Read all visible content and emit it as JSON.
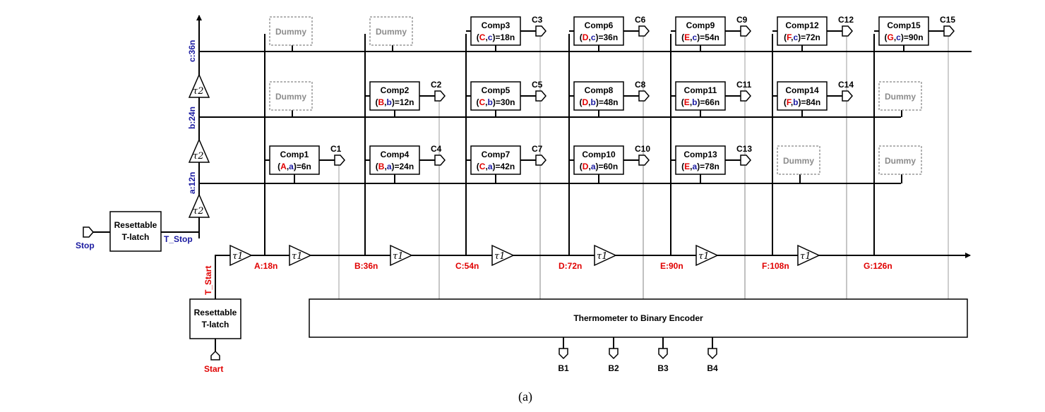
{
  "labels": {
    "stop": "Stop",
    "start": "Start",
    "t_stop": "T_Stop",
    "t_start": "T_Start",
    "latch_line1": "Resettable",
    "latch_line2": "T-latch",
    "encoder": "Thermometer to Binary Encoder",
    "caption": "(a)",
    "dummy": "Dummy",
    "tau1": "τ1",
    "tau2": "τ2"
  },
  "stop_lines": [
    {
      "label": "a:12n"
    },
    {
      "label": "b:24n"
    },
    {
      "label": "c:36n"
    }
  ],
  "start_nodes": [
    {
      "label": "A:18n"
    },
    {
      "label": "B:36n"
    },
    {
      "label": "C:54n"
    },
    {
      "label": "D:72n"
    },
    {
      "label": "E:90n"
    },
    {
      "label": "F:108n"
    },
    {
      "label": "G:126n"
    }
  ],
  "comparators": [
    {
      "name": "Comp1",
      "start": "A",
      "stop": "a",
      "value": "=6n",
      "out": "C1"
    },
    {
      "name": "Comp2",
      "start": "B",
      "stop": "b",
      "value": "=12n",
      "out": "C2"
    },
    {
      "name": "Comp3",
      "start": "C",
      "stop": "c",
      "value": "=18n",
      "out": "C3"
    },
    {
      "name": "Comp4",
      "start": "B",
      "stop": "a",
      "value": "=24n",
      "out": "C4"
    },
    {
      "name": "Comp5",
      "start": "C",
      "stop": "b",
      "value": "=30n",
      "out": "C5"
    },
    {
      "name": "Comp6",
      "start": "D",
      "stop": "c",
      "value": "=36n",
      "out": "C6"
    },
    {
      "name": "Comp7",
      "start": "C",
      "stop": "a",
      "value": "=42n",
      "out": "C7"
    },
    {
      "name": "Comp8",
      "start": "D",
      "stop": "b",
      "value": "=48n",
      "out": "C8"
    },
    {
      "name": "Comp9",
      "start": "E",
      "stop": "c",
      "value": "=54n",
      "out": "C9"
    },
    {
      "name": "Comp10",
      "start": "D",
      "stop": "a",
      "value": "=60n",
      "out": "C10"
    },
    {
      "name": "Comp11",
      "start": "E",
      "stop": "b",
      "value": "=66n",
      "out": "C11"
    },
    {
      "name": "Comp12",
      "start": "F",
      "stop": "c",
      "value": "=72n",
      "out": "C12"
    },
    {
      "name": "Comp13",
      "start": "E",
      "stop": "a",
      "value": "=78n",
      "out": "C13"
    },
    {
      "name": "Comp14",
      "start": "F",
      "stop": "b",
      "value": "=84n",
      "out": "C14"
    },
    {
      "name": "Comp15",
      "start": "G",
      "stop": "c",
      "value": "=90n",
      "out": "C15"
    }
  ],
  "outputs": [
    "B1",
    "B2",
    "B3",
    "B4"
  ]
}
